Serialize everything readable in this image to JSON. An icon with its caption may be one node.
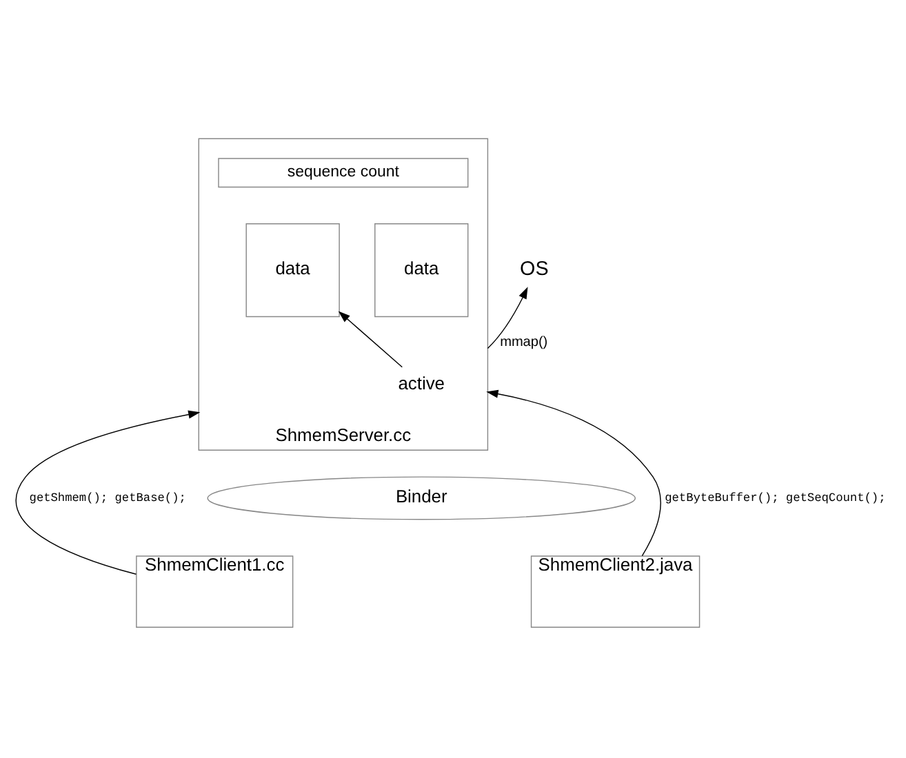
{
  "diagram": {
    "nodes": [
      {
        "text": [
          "ShmemServer.cc"
        ]
      },
      {
        "text": [
          "sequence count"
        ],
        "in": 0
      },
      {
        "text": [
          "data"
        ],
        "in": 0
      },
      {
        "text": [
          "data"
        ],
        "in": 0
      },
      {
        "text": [
          "active"
        ],
        "in": 0
      },
      {
        "text": [
          "OS"
        ]
      },
      {
        "text": [
          "Binder"
        ]
      },
      {
        "text": [
          "ShmemClient1.cc"
        ]
      },
      {
        "text": [
          "ShmemClient2.java"
        ]
      }
    ],
    "edges": [
      {
        "from": 0,
        "to": 5,
        "arrow": "to",
        "label": "mmap()"
      },
      {
        "from": 4,
        "to": 2,
        "arrow": "to"
      },
      {
        "from": 7,
        "to": 0,
        "arrow": "to",
        "label": "getShmem(); getBase();"
      },
      {
        "from": 8,
        "to": 0,
        "arrow": "to",
        "label": "getByteBuffer(); getSeqCount();"
      }
    ]
  }
}
